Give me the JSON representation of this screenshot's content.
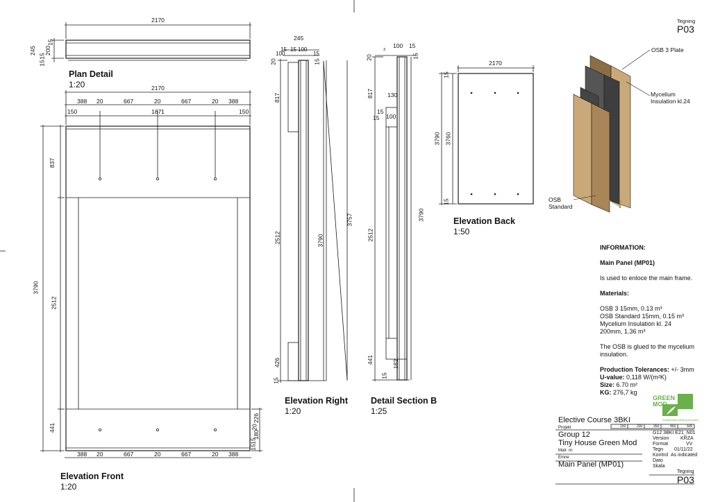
{
  "sheet_number_label": "Tegning",
  "sheet_number": "P03",
  "views": {
    "plan": {
      "title": "Plan Detail",
      "scale": "1:20",
      "dims": {
        "width": "2170",
        "depth": "245",
        "stack": [
          "15",
          "15",
          "200",
          "15"
        ]
      }
    },
    "front": {
      "title": "Elevation Front",
      "scale": "1:20",
      "dims": {
        "total_width": "2170",
        "top_row": [
          "388",
          "20",
          "667",
          "20",
          "667",
          "20",
          "388"
        ],
        "inner": "1871",
        "side": "150",
        "height": "3790",
        "top": "837",
        "middle": "2512",
        "bottom": "441",
        "right_stack": [
          "15",
          "15",
          "180",
          "20",
          "226"
        ],
        "bottom_row": [
          "388",
          "20",
          "667",
          "20",
          "667",
          "20",
          "388"
        ]
      }
    },
    "right": {
      "title": "Elevation Right",
      "scale": "1:20",
      "dims": {
        "width": "245",
        "top_row": [
          "15",
          "15",
          "100",
          "100",
          "15"
        ],
        "top": "817",
        "middle": "2512",
        "bottom": "426",
        "base": "15",
        "total": "3790",
        "outer": "3757",
        "twenty": "20",
        "fifteen": "15"
      }
    },
    "section": {
      "title": "Detail Section B",
      "scale": "1:25",
      "dims": {
        "top_row": [
          "100",
          "15"
        ],
        "three": "3",
        "twenty": "20",
        "fifteen": "15",
        "top": "817",
        "a130": "130",
        "a15": "15",
        "b15": "15",
        "a100": "100",
        "middle": "2512",
        "total": "3790",
        "bottom": "441",
        "c15": "15",
        "c182": "182"
      }
    },
    "back": {
      "title": "Elevation Back",
      "scale": "1:50",
      "dims": {
        "width": "2170",
        "total": "3790",
        "inner": "3760",
        "end": "15"
      }
    }
  },
  "iso_labels": {
    "osb3": "OSB 3 Plate",
    "mycelium": "Mycelium Insulation kl.24",
    "osb_standard": "OSB Standard"
  },
  "information": {
    "heading": "INFORMATION:",
    "panel": "Main Panel (MP01)",
    "description": "Is used to enloce the main frame.",
    "materials_heading": "Materials:",
    "materials": [
      "OSB 3 15mm, 0.13 m³",
      "OSB Standard 15mm, 0.15 m³",
      "Mycelium Insulation kl. 24",
      "200mm, 1.36 m³"
    ],
    "note": "The OSB is glued to the mycelium insulation.",
    "tolerance_label": "Production Tolerances:",
    "tolerance_value": "+/- 3mm",
    "uvalue_label": "U-value:",
    "uvalue": "0,118 W/(m²K)",
    "size_label": "Size:",
    "size": "6.70 m²",
    "kg_label": "KG:",
    "kg": "276,7 kg"
  },
  "title_block": {
    "logo_text": "GREEN MOD",
    "logo_tagline": "Sustainable building modules",
    "course": "Elective Course 3BKI",
    "scale_bar": [
      "150",
      "200",
      "350",
      "450",
      "500"
    ],
    "projekt_label": "Projekt",
    "group": "Group 12",
    "project": "Tiny House Green Mod",
    "matr_label": "Matr. nr.",
    "emne_label": "Emne",
    "subject": "Main Panel (MP01)",
    "right_fields": [
      {
        "label": "",
        "value": "G12 3BKI E21_N01"
      },
      {
        "label": "Version",
        "value": "KRZA"
      },
      {
        "label": "Format",
        "value": "VV"
      },
      {
        "label": "Tegn",
        "value": "01/11/22"
      },
      {
        "label": "Kontrol",
        "value": "As indicated"
      },
      {
        "label": "Dato",
        "value": ""
      },
      {
        "label": "Skala",
        "value": ""
      }
    ],
    "tegning_label": "Tegning",
    "tegning": "P03"
  },
  "colors": {
    "line": "#1a1a1a",
    "osb": "#c9a97a",
    "osb_dark": "#a8865a",
    "mycelium": "#555555",
    "logo": "#6ab04c"
  }
}
